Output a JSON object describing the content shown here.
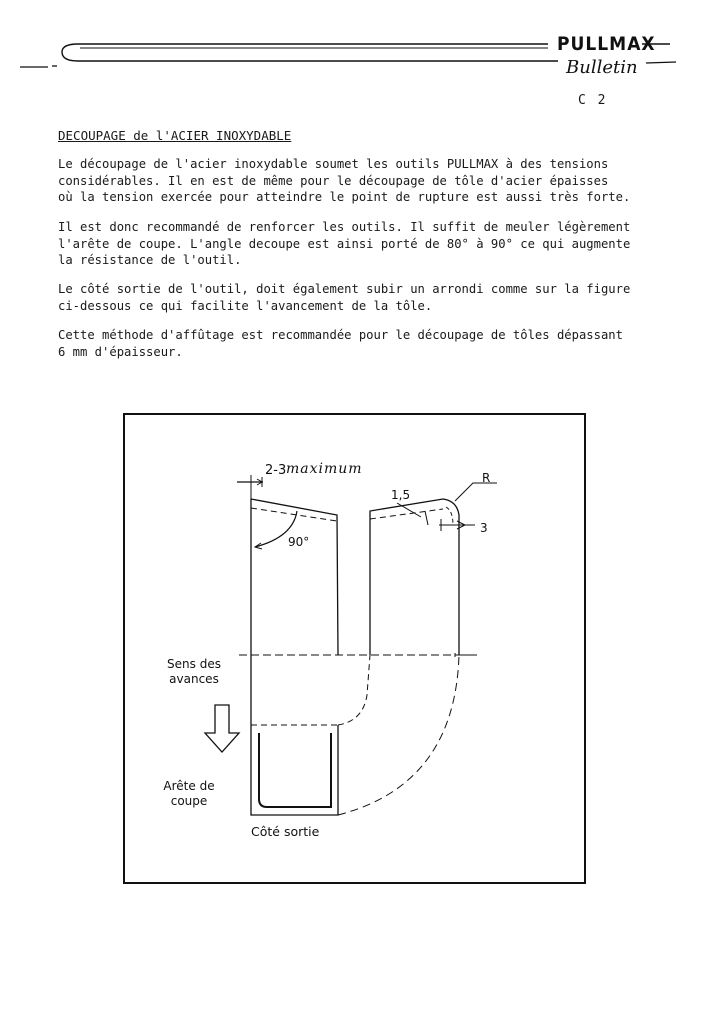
{
  "header": {
    "brand": "PULLMAX",
    "bulletin": "Bulletin",
    "page_code": "C 2"
  },
  "document": {
    "title": "DECOUPAGE de l'ACIER INOXYDABLE",
    "paragraphs": [
      "Le découpage de l'acier inoxydable soumet les outils PULLMAX à des tensions\nconsidérables. Il en est de même pour le découpage de tôle d'acier épaisses\noù la tension exercée pour atteindre le point de rupture est aussi très forte.",
      "Il est donc recommandé de renforcer les outils. Il suffit de meuler légèrement\nl'arête de coupe. L'angle decoupe est ainsi porté de 80° à 90° ce qui augmente\nla résistance de l'outil.",
      "Le côté sortie de l'outil, doit également subir un arrondi comme sur la figure\nci-dessous ce qui facilite l'avancement de la tôle.",
      "Cette méthode d'affûtage est recommandée pour le découpage de tôles dépassant\n6 mm d'épaisseur."
    ]
  },
  "figure": {
    "dimension_label": "2-3",
    "maximum_label": "maximum",
    "angle_label": "90°",
    "dim_15_label": "1,5",
    "radius_label": "R",
    "dim_3_label": "3",
    "feed_label": "Sens des\navances",
    "edge_label": "Arête de\ncoupe",
    "exit_label": "Côté sortie"
  }
}
